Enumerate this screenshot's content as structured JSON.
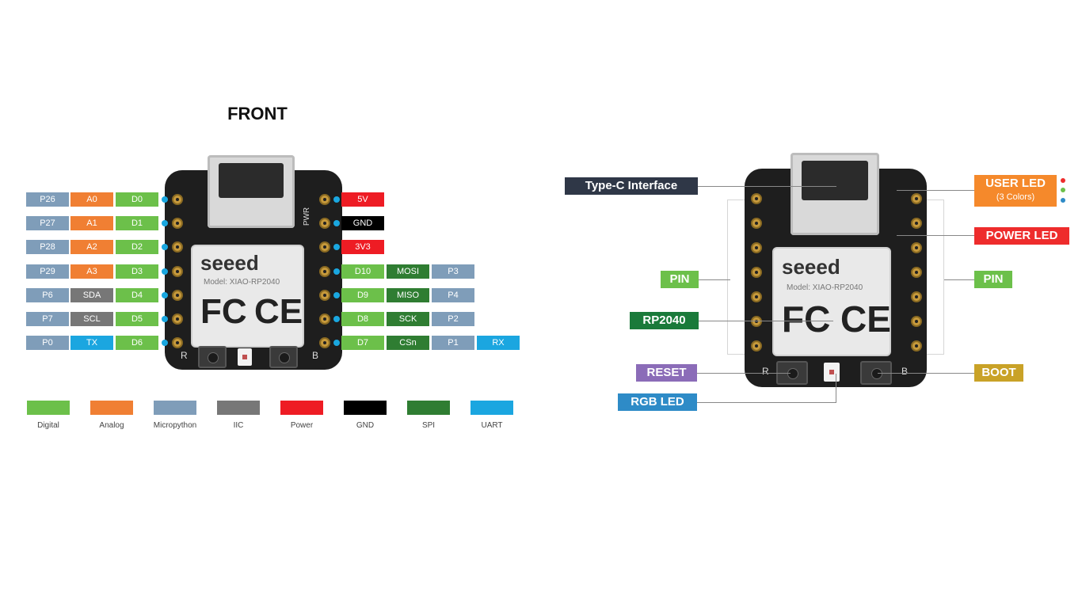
{
  "front": {
    "title": "FRONT",
    "left_rows": [
      {
        "p": "P26",
        "a": "A0",
        "d": "D0"
      },
      {
        "p": "P27",
        "a": "A1",
        "d": "D1"
      },
      {
        "p": "P28",
        "a": "A2",
        "d": "D2"
      },
      {
        "p": "P29",
        "a": "A3",
        "d": "D3"
      },
      {
        "p": "P6",
        "a": "SDA",
        "d": "D4"
      },
      {
        "p": "P7",
        "a": "SCL",
        "d": "D5"
      },
      {
        "p": "P0",
        "a": "TX",
        "d": "D6"
      }
    ],
    "right_power": [
      "5V",
      "GND",
      "3V3"
    ],
    "right_rows": [
      {
        "d": "D10",
        "spi": "MOSI",
        "p": "P3"
      },
      {
        "d": "D9",
        "spi": "MISO",
        "p": "P4"
      },
      {
        "d": "D8",
        "spi": "SCK",
        "p": "P2"
      },
      {
        "d": "D7",
        "spi": "CSn",
        "p": "P1",
        "uart": "RX"
      }
    ],
    "board": {
      "logo": "seeed",
      "model": "Model: XIAO-RP2040",
      "fc": "FC",
      "ce": "CE",
      "reset_silk": "R",
      "boot_silk": "B",
      "pwr_silk": "PWR"
    }
  },
  "legend": [
    {
      "label": "Digital",
      "color": "#6cc04a"
    },
    {
      "label": "Analog",
      "color": "#f07f33"
    },
    {
      "label": "Micropython",
      "color": "#7f9db9"
    },
    {
      "label": "IIC",
      "color": "#777777"
    },
    {
      "label": "Power",
      "color": "#ee1c24"
    },
    {
      "label": "GND",
      "color": "#000000"
    },
    {
      "label": "SPI",
      "color": "#2f7d32"
    },
    {
      "label": "UART",
      "color": "#1ba6e0"
    }
  ],
  "colors": {
    "digital": "#6cc04a",
    "analog": "#f07f33",
    "micropython": "#7f9db9",
    "iic": "#777777",
    "power": "#ee1c24",
    "gnd": "#000000",
    "spi": "#2f7d32",
    "uart": "#1ba6e0"
  },
  "callouts": {
    "type_c": "Type-C Interface",
    "user_led": "USER LED",
    "user_led_sub": "(3 Colors)",
    "power_led": "POWER LED",
    "pin_left": "PIN",
    "pin_right": "PIN",
    "rp2040": "RP2040",
    "reset": "RESET",
    "boot": "BOOT",
    "rgb_led": "RGB LED"
  },
  "callout_colors": {
    "type_c": "#2f3747",
    "user_led": "#f5892b",
    "power_led": "#ee2c2c",
    "pin": "#6cc04a",
    "rp2040": "#1a7a3a",
    "reset": "#8b6cb8",
    "boot": "#c9a227",
    "rgb_led": "#2e8bc7"
  }
}
